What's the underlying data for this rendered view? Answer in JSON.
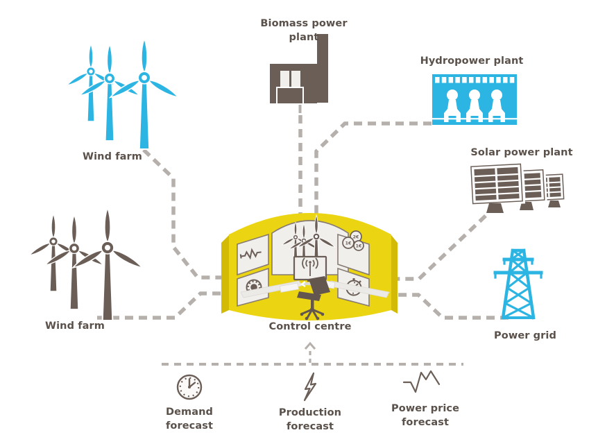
{
  "colors": {
    "cyan": "#2cb5e2",
    "brown": "#6b5e57",
    "yellow": "#ebd513",
    "yellow2": "#d3ba06",
    "screen": "#f1efec",
    "dash": "#b6b0ac",
    "text": "#5b514b",
    "lightgray": "#eceae6"
  },
  "nodes": {
    "wind_farm_top": {
      "label": "Wind farm",
      "icon": "wind-turbines-icon",
      "color": "#2cb5e2"
    },
    "wind_farm_bottom": {
      "label": "Wind farm",
      "icon": "wind-turbines-icon",
      "color": "#6b5e57"
    },
    "biomass": {
      "label": "Biomass power plant",
      "icon": "factory-icon",
      "color": "#6b5e57"
    },
    "hydro": {
      "label": "Hydropower plant",
      "icon": "dam-icon",
      "color": "#2cb5e2"
    },
    "solar": {
      "label": "Solar power plant",
      "icon": "solar-panels-icon",
      "color": "#6b5e57"
    },
    "grid": {
      "label": "Power grid",
      "icon": "transmission-tower-icon",
      "color": "#2cb5e2"
    },
    "control": {
      "label": "Control centre",
      "icon": "control-room-icon",
      "color": "#ebd513",
      "coins": [
        "2€",
        "1€",
        "1€"
      ],
      "screen_icons": [
        "line-graph-icon",
        "gauge-icon",
        "wind-turbines-icon",
        "antenna-monitor-icon",
        "euro-coins-icon",
        "stopwatch-icon"
      ]
    }
  },
  "forecasts": [
    {
      "label": "Demand\nforecast",
      "icon": "clock-icon"
    },
    {
      "label": "Production\nforecast",
      "icon": "lightning-icon"
    },
    {
      "label": "Power price\nforecast",
      "icon": "price-line-icon"
    }
  ],
  "edges": [
    {
      "from": "wind-farm-top",
      "to": "control-centre",
      "style": "dashed"
    },
    {
      "from": "wind-farm-bottom",
      "to": "control-centre",
      "style": "dashed"
    },
    {
      "from": "biomass-power-plant",
      "to": "control-centre",
      "style": "dashed"
    },
    {
      "from": "hydropower-plant",
      "to": "control-centre",
      "style": "dashed"
    },
    {
      "from": "solar-power-plant",
      "to": "control-centre",
      "style": "dashed"
    },
    {
      "from": "power-grid",
      "to": "control-centre",
      "style": "dashed"
    },
    {
      "from": "forecasts",
      "to": "control-centre",
      "style": "dashed-arrow"
    }
  ]
}
